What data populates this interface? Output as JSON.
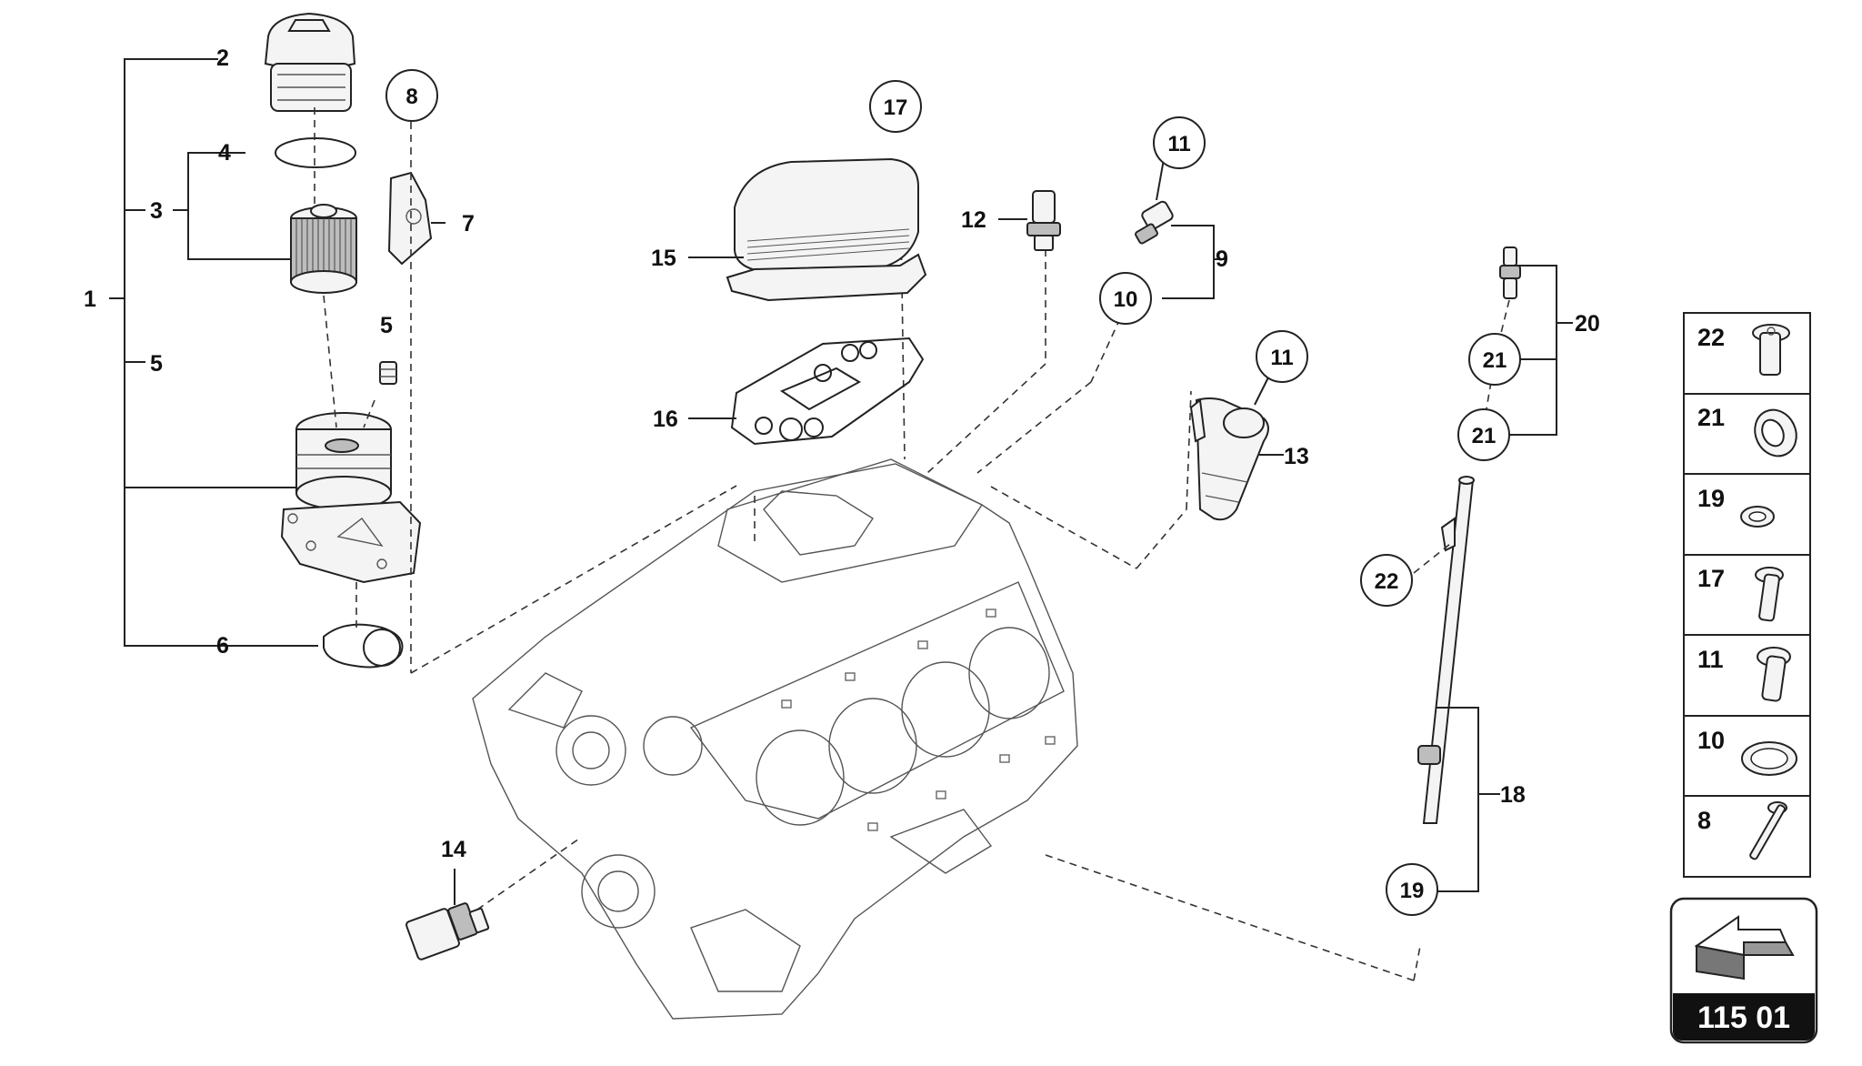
{
  "diagram": {
    "callouts": {
      "c1": "1",
      "c2": "2",
      "c3": "3",
      "c4": "4",
      "c5a": "5",
      "c5b": "5",
      "c6": "6",
      "c7": "7",
      "c9": "9",
      "c12": "12",
      "c13": "13",
      "c14": "14",
      "c15": "15",
      "c16": "16",
      "c18": "18",
      "c20": "20"
    },
    "circled": {
      "k8": "8",
      "k17": "17",
      "k11a": "11",
      "k11b": "11",
      "k10": "10",
      "k21a": "21",
      "k21b": "21",
      "k22": "22",
      "k19": "19"
    },
    "key_table": {
      "rows": [
        {
          "num": "22",
          "icon": "bolt-icon"
        },
        {
          "num": "21",
          "icon": "ring-icon"
        },
        {
          "num": "19",
          "icon": "washer-icon"
        },
        {
          "num": "17",
          "icon": "bolt-icon"
        },
        {
          "num": "11",
          "icon": "bolt-icon"
        },
        {
          "num": "10",
          "icon": "washer-icon"
        },
        {
          "num": "8",
          "icon": "long-bolt-icon"
        }
      ]
    },
    "reference_badge": "115 01"
  }
}
